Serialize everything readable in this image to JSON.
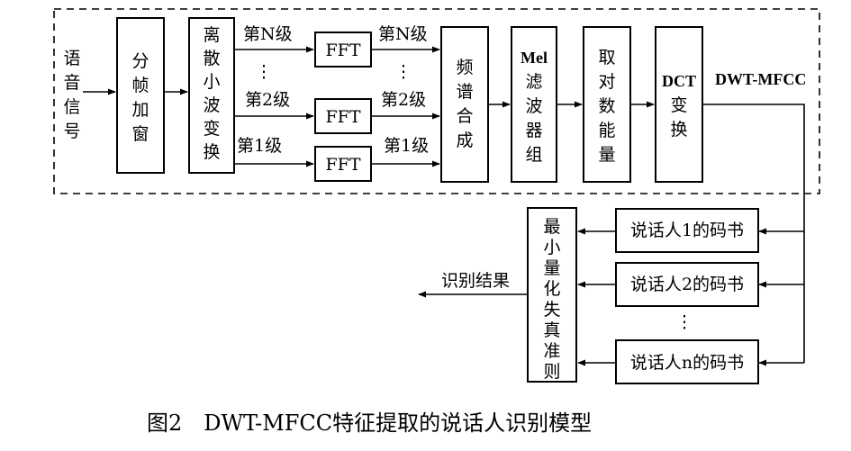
{
  "input_label": [
    "语",
    "音",
    "信",
    "号"
  ],
  "framing_box": [
    "分",
    "帧",
    "加",
    "窗"
  ],
  "dwt_box": [
    "离",
    "散",
    "小",
    "波",
    "变",
    "换"
  ],
  "level_n": "第N级",
  "level_2": "第2级",
  "level_1": "第1级",
  "level_dots": "⋮",
  "fft_label": "FFT",
  "spectrum_box": [
    "频",
    "谱",
    "合",
    "成"
  ],
  "mel_box": [
    "Mel",
    "滤",
    "波",
    "器",
    "组"
  ],
  "log_box": [
    "取",
    "对",
    "数",
    "能",
    "量"
  ],
  "dct_box": [
    "DCT",
    "变",
    "换"
  ],
  "output_label": "DWT-MFCC",
  "codebooks": [
    "说话人1的码书",
    "说话人2的码书",
    "说话人n的码书"
  ],
  "codebook_dots": "⋮",
  "vq_box": [
    "最",
    "小",
    "量",
    "化",
    "失",
    "真",
    "准",
    "则"
  ],
  "result_label": "识别结果",
  "caption": "图2　DWT-MFCC特征提取的说话人识别模型"
}
